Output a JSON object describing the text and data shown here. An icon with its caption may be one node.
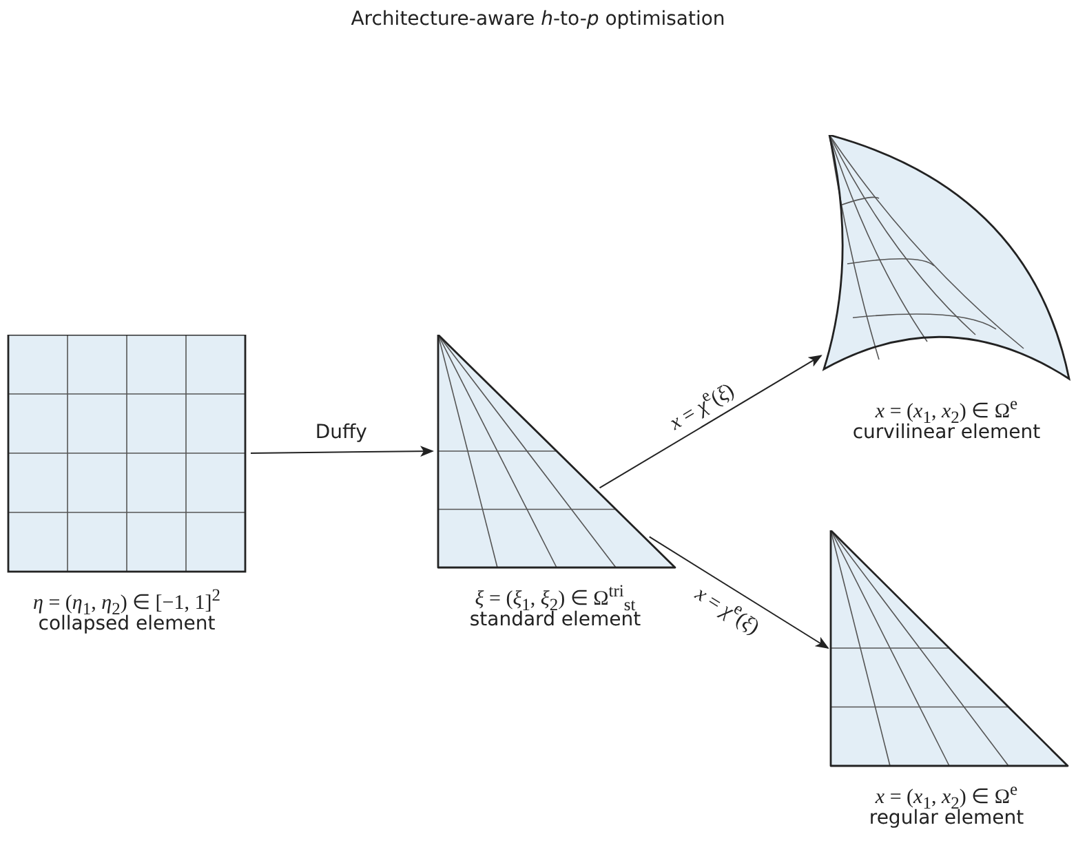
{
  "diagram": {
    "title": "Architecture-aware *h*-to-*p* optimisation",
    "nodes": [
      {
        "text": [
          "*η* = (*η*$_{1}$, *η*$_{2}$) ∈ [−1, 1]$^{2}$",
          "collapsed element"
        ]
      },
      {
        "text": [
          "*ξ* = (*ξ*$_{1}$, *ξ*$_{2}$) ∈ Ω$^{tri}$$_{st}$",
          "standard element"
        ]
      },
      {
        "text": [
          "*x* = (*x*$_{1}$, *x*$_{2}$) ∈ Ω$^{e}$",
          "curvilinear element"
        ]
      },
      {
        "text": [
          "*x* = (*x*$_{1}$, *x*$_{2}$) ∈ Ω$^{e}$",
          "regular element"
        ]
      }
    ],
    "edges": [
      {
        "from": 0,
        "to": 1,
        "arrow": "to",
        "label": "Duffy"
      },
      {
        "from": 1,
        "to": 2,
        "arrow": "to",
        "label": "*x* = *χ*$^{e}$(*ξ*)"
      },
      {
        "from": 1,
        "to": 3,
        "arrow": "to",
        "label": "*x* = *χ*$^{e}$(*ξ*)"
      }
    ]
  }
}
